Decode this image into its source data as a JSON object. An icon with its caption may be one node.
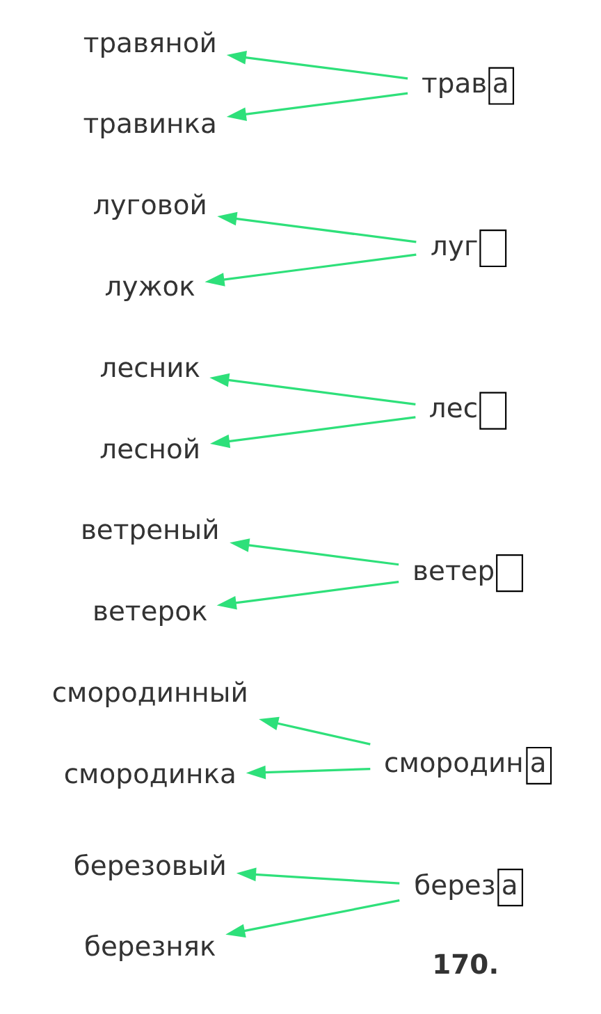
{
  "diagram": {
    "nodes": [
      {
        "text": [
          "березовый"
        ]
      },
      {
        "text": [
          "березняк"
        ]
      },
      {
        "text": [
          "берез",
          "а"
        ]
      },
      {
        "text": [
          "смородинный"
        ]
      },
      {
        "text": [
          "смородинка"
        ]
      },
      {
        "text": [
          "смородин",
          "а"
        ]
      },
      {
        "text": [
          "ветреный"
        ]
      },
      {
        "text": [
          "ветерок"
        ]
      },
      {
        "text": [
          "ветер"
        ]
      },
      {
        "text": [
          "лесник"
        ]
      },
      {
        "text": [
          "лесной"
        ]
      },
      {
        "text": [
          "лес"
        ]
      },
      {
        "text": [
          "луговой"
        ]
      },
      {
        "text": [
          "лужок"
        ]
      },
      {
        "text": [
          "луг"
        ]
      },
      {
        "text": [
          "травяной"
        ]
      },
      {
        "text": [
          "травинка"
        ]
      },
      {
        "text": [
          "трав",
          "а"
        ]
      }
    ],
    "edges": [
      {
        "from": 2,
        "to": 0,
        "arrow": "to"
      },
      {
        "from": 2,
        "to": 1,
        "arrow": "to"
      },
      {
        "from": 5,
        "to": 3,
        "arrow": "to"
      },
      {
        "from": 5,
        "to": 4,
        "arrow": "to"
      },
      {
        "from": 8,
        "to": 6,
        "arrow": "to"
      },
      {
        "from": 8,
        "to": 7,
        "arrow": "to"
      },
      {
        "from": 11,
        "to": 9,
        "arrow": "to"
      },
      {
        "from": 11,
        "to": 10,
        "arrow": "to"
      },
      {
        "from": 14,
        "to": 12,
        "arrow": "to"
      },
      {
        "from": 14,
        "to": 13,
        "arrow": "to"
      },
      {
        "from": 17,
        "to": 15,
        "arrow": "to"
      },
      {
        "from": 17,
        "to": 16,
        "arrow": "to"
      }
    ],
    "labels": [
      "170."
    ]
  }
}
